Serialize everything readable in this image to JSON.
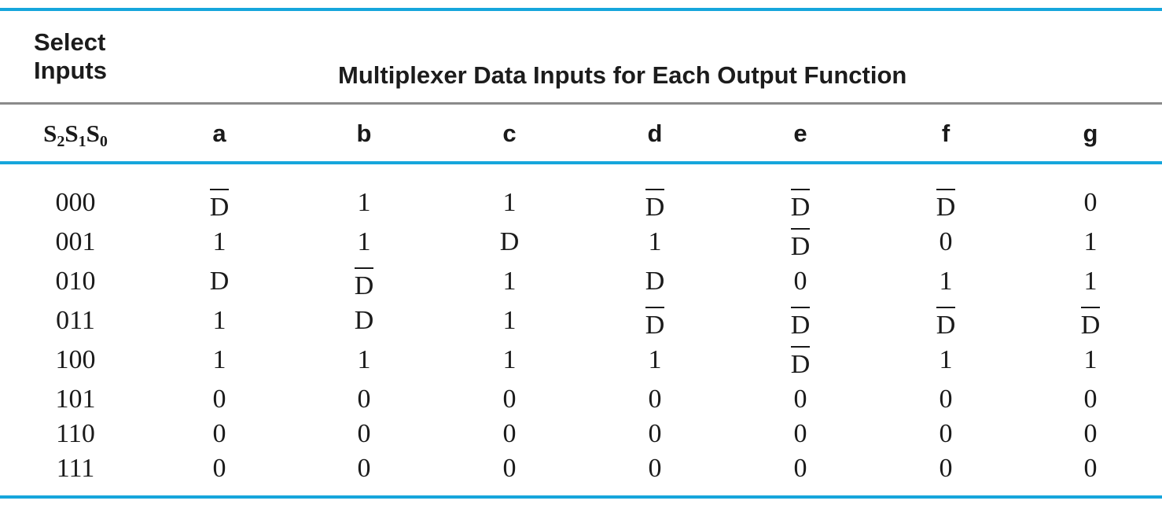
{
  "table": {
    "select_label_line1": "Select",
    "select_label_line2": "Inputs",
    "group_label": "Multiplexer Data Inputs for Each Output Function",
    "select_header": {
      "S": "S",
      "sub2": "2",
      "sub1": "1",
      "sub0": "0"
    },
    "columns": [
      "a",
      "b",
      "c",
      "d",
      "e",
      "f",
      "g"
    ],
    "rows": [
      {
        "select": "000",
        "values": [
          "D̄",
          "1",
          "1",
          "D̄",
          "D̄",
          "D̄",
          "0"
        ]
      },
      {
        "select": "001",
        "values": [
          "1",
          "1",
          "D",
          "1",
          "D̄",
          "0",
          "1"
        ]
      },
      {
        "select": "010",
        "values": [
          "D",
          "D̄",
          "1",
          "D",
          "0",
          "1",
          "1"
        ]
      },
      {
        "select": "011",
        "values": [
          "1",
          "D",
          "1",
          "D̄",
          "D̄",
          "D̄",
          "D̄"
        ]
      },
      {
        "select": "100",
        "values": [
          "1",
          "1",
          "1",
          "1",
          "D̄",
          "1",
          "1"
        ]
      },
      {
        "select": "101",
        "values": [
          "0",
          "0",
          "0",
          "0",
          "0",
          "0",
          "0"
        ]
      },
      {
        "select": "110",
        "values": [
          "0",
          "0",
          "0",
          "0",
          "0",
          "0",
          "0"
        ]
      },
      {
        "select": "111",
        "values": [
          "0",
          "0",
          "0",
          "0",
          "0",
          "0",
          "0"
        ]
      }
    ]
  },
  "colors": {
    "rule_blue": "#16a6dc",
    "rule_gray": "#8a8a8a"
  }
}
